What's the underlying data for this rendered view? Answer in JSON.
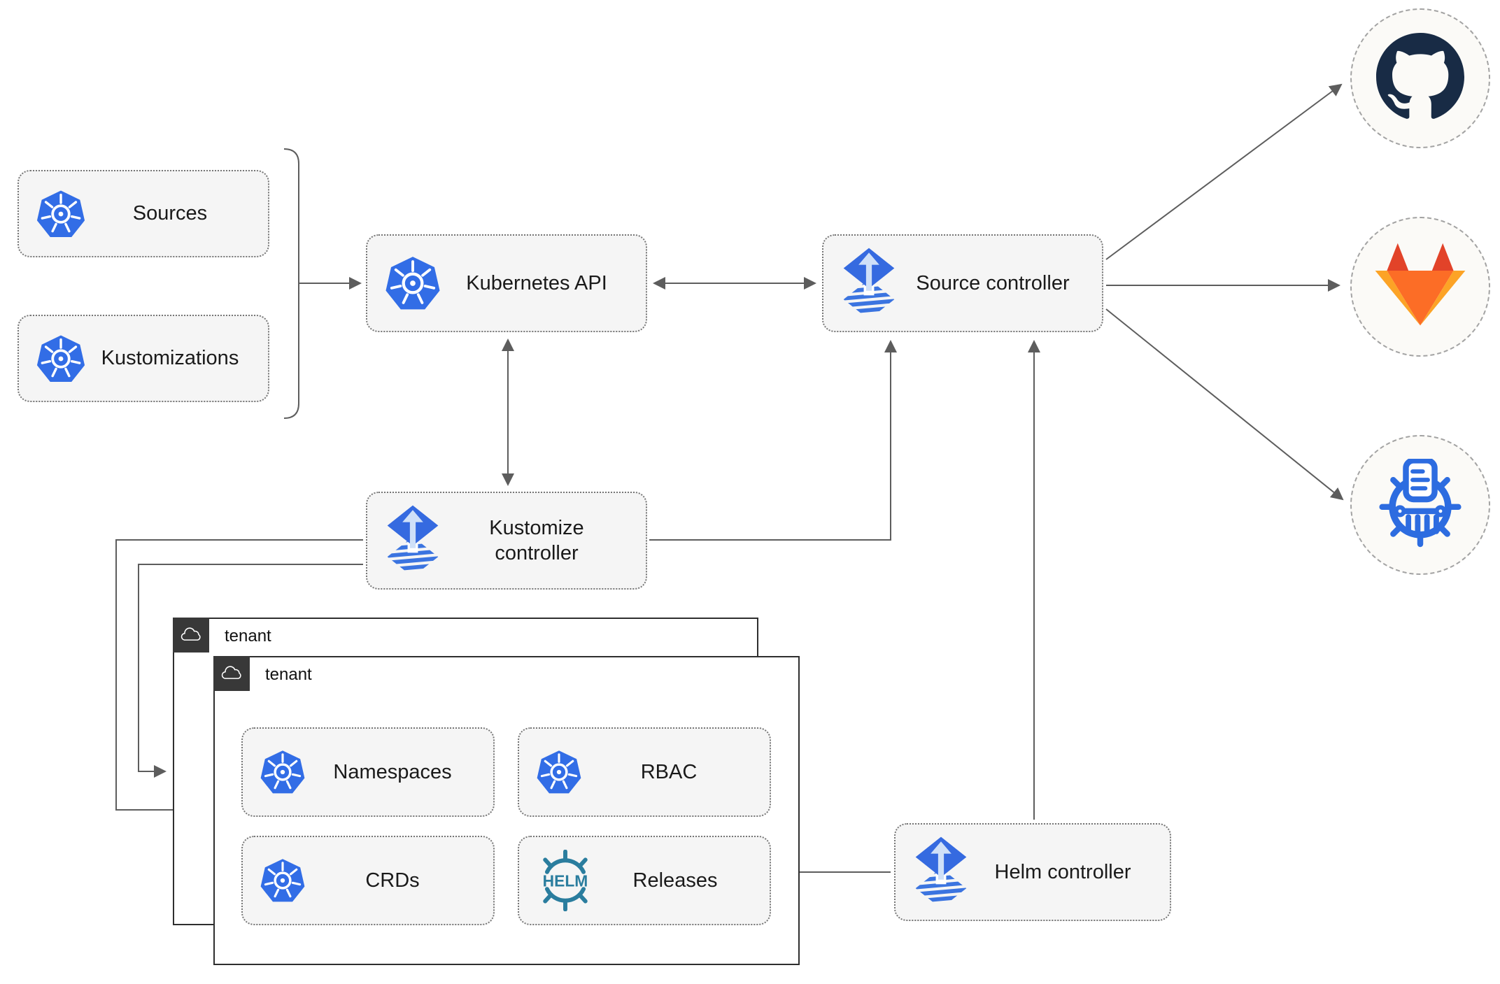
{
  "nodes": {
    "sources": {
      "label": "Sources",
      "icon": "kubernetes-icon"
    },
    "kustomizations": {
      "label": "Kustomizations",
      "icon": "kubernetes-icon"
    },
    "kubernetes_api": {
      "label": "Kubernetes API",
      "icon": "kubernetes-icon"
    },
    "source_controller": {
      "label": "Source controller",
      "icon": "flux-icon"
    },
    "kustomize_controller": {
      "label": "Kustomize controller",
      "icon": "flux-icon"
    },
    "helm_controller": {
      "label": "Helm controller",
      "icon": "flux-icon"
    },
    "tenant_back": {
      "label": "tenant",
      "icon": "cloud-icon"
    },
    "tenant_front": {
      "label": "tenant",
      "icon": "cloud-icon"
    },
    "namespaces": {
      "label": "Namespaces",
      "icon": "kubernetes-icon"
    },
    "rbac": {
      "label": "RBAC",
      "icon": "kubernetes-icon"
    },
    "crds": {
      "label": "CRDs",
      "icon": "kubernetes-icon"
    },
    "releases": {
      "label": "Releases",
      "icon": "helm-icon",
      "logo_text": "HELM"
    }
  },
  "endpoints": {
    "github": {
      "icon": "github-icon"
    },
    "gitlab": {
      "icon": "gitlab-icon"
    },
    "chartmuseum": {
      "icon": "chartmuseum-icon"
    }
  },
  "edges": [
    {
      "from": "sources+kustomizations bracket",
      "to": "kubernetes_api",
      "style": "arrow"
    },
    {
      "from": "kubernetes_api",
      "to": "source_controller",
      "style": "double-arrow"
    },
    {
      "from": "kubernetes_api",
      "to": "kustomize_controller",
      "style": "double-arrow"
    },
    {
      "from": "kustomize_controller",
      "to": "source_controller",
      "style": "arrow"
    },
    {
      "from": "helm_controller",
      "to": "source_controller",
      "style": "arrow"
    },
    {
      "from": "source_controller",
      "to": "github",
      "style": "arrow"
    },
    {
      "from": "source_controller",
      "to": "gitlab",
      "style": "arrow"
    },
    {
      "from": "source_controller",
      "to": "chartmuseum",
      "style": "arrow"
    },
    {
      "from": "helm_controller",
      "to": "releases",
      "style": "arrow"
    },
    {
      "from": "kustomize_controller",
      "to": "tenant_front",
      "style": "arrow"
    },
    {
      "from": "kustomize_controller",
      "to": "tenant_back",
      "style": "arrow"
    }
  ],
  "colors": {
    "node_fill": "#f5f5f5",
    "node_border": "#767676",
    "arrow": "#5d5d5d",
    "tenant_border": "#2e2e2e",
    "tenant_tab": "#383838",
    "kubernetes_blue": "#326de6",
    "flux_blue": "#356ae0",
    "helm_teal": "#2a7d9e",
    "github_dark": "#182b45",
    "gitlab_red": "#e24329",
    "gitlab_orange": "#fc6d26",
    "gitlab_yellow": "#fca326",
    "chartmuseum_blue": "#2d6ce0"
  }
}
